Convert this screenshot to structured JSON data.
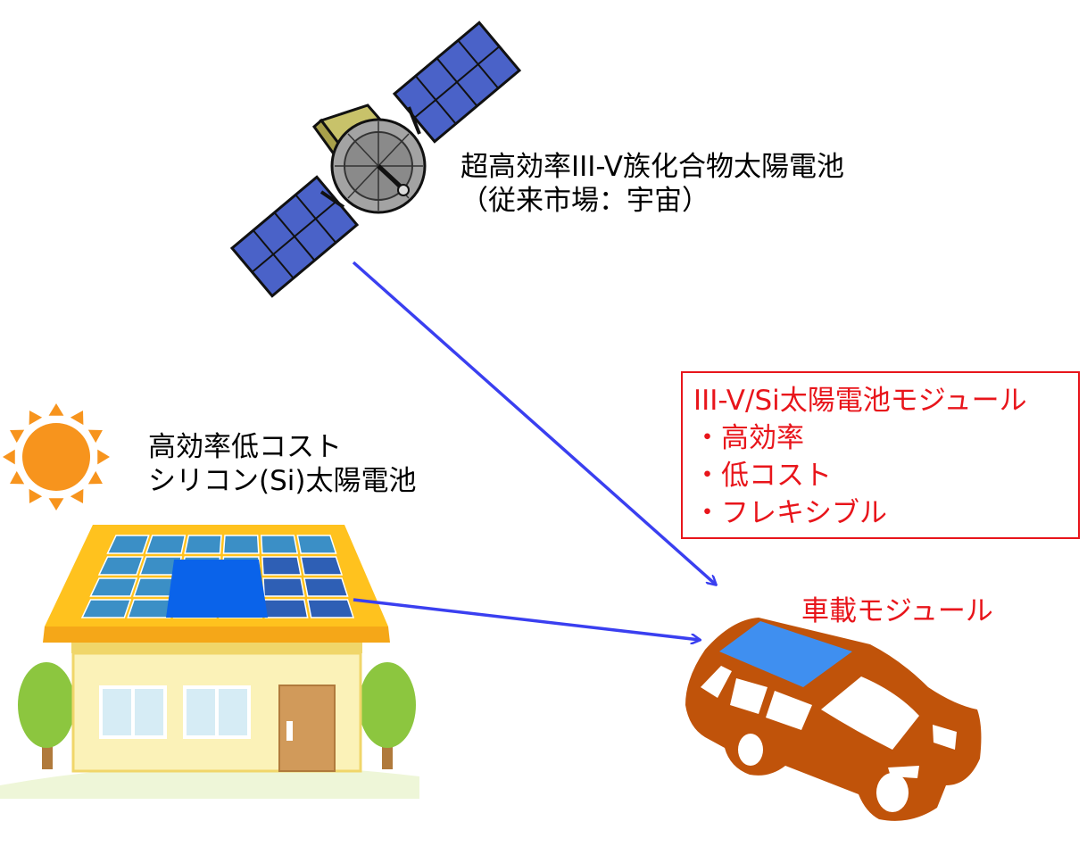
{
  "satellite_label": {
    "line1": "超高効率III-V族化合物太陽電池",
    "line2": "（従来市場：宇宙）"
  },
  "house_label": {
    "line1": "高効率低コスト",
    "line2": "シリコン(Si)太陽電池"
  },
  "feature_box": {
    "title": "III-V/Si太陽電池モジュール",
    "items": [
      "・高効率",
      "・低コスト",
      "・フレキシブル"
    ]
  },
  "car_label": "車載モジュール",
  "colors": {
    "arrow": "#3a3ff0",
    "accent_red": "#e8151b",
    "car": "#c0530a",
    "sun": "#f7941d",
    "solar_panel": "#3b8fc6",
    "tree": "#8cc63f",
    "roof": "#ffc21e",
    "wall": "#fbf2b8"
  },
  "icons": [
    "satellite-icon",
    "sun-icon",
    "house-icon",
    "car-icon",
    "tree-icon"
  ]
}
